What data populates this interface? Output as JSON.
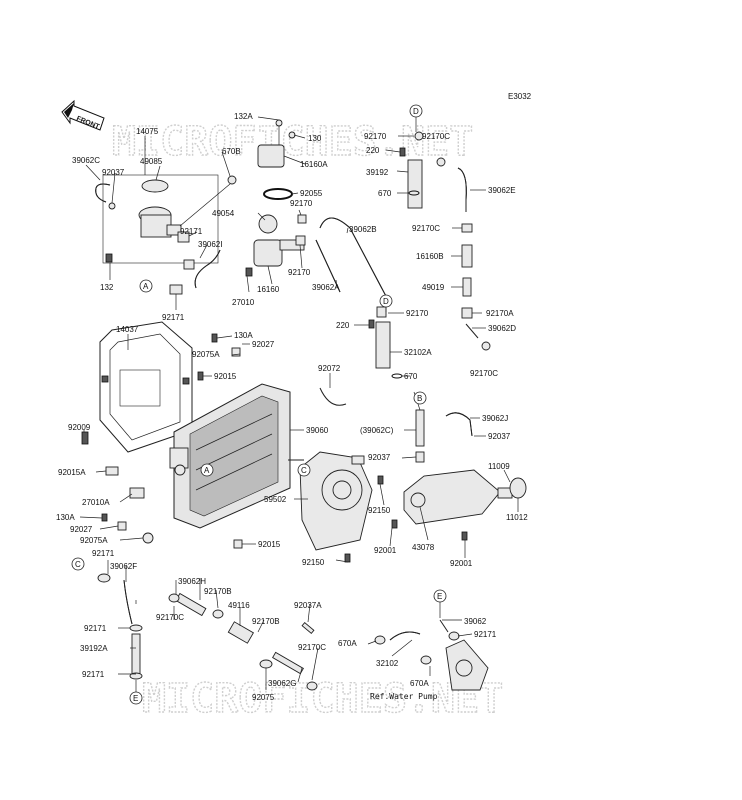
{
  "diagram_code": "E3032",
  "front_label": "FRONT",
  "watermark_top": "MICROFICHES.NET",
  "watermark_bottom": "MICROFICHES.NET",
  "ref_note": "Ref.Water Pump",
  "ref_markers": {
    "A1": "A",
    "A2": "A",
    "B": "B",
    "C1": "C",
    "C2": "C",
    "D1": "D",
    "D2": "D",
    "E1": "E",
    "E2": "E"
  },
  "labels": {
    "l132A": "132A",
    "l130": "130",
    "l16160A": "16160A",
    "l92055": "92055",
    "l14075": "14075",
    "l49085": "49085",
    "l670B": "670B",
    "l39062C": "39062C",
    "l92037a": "92037",
    "l49054": "49054",
    "l92170a": "92170",
    "l92171a": "92171",
    "l39062I": "39062I",
    "l132": "132",
    "l27010": "27010",
    "l16160": "16160",
    "l92170b": "92170",
    "l39062A": "39062A",
    "l39062B": "39062B",
    "l92171b": "92171",
    "l92170c": "92170",
    "l92170C1": "92170C",
    "l220a": "220",
    "l39192": "39192",
    "l670a": "670",
    "l39062E": "39062E",
    "l92170C2": "92170C",
    "l16160B": "16160B",
    "l49019": "49019",
    "l92170A": "92170A",
    "l39062D": "39062D",
    "l92170C3": "92170C",
    "l92170d": "92170",
    "l220b": "220",
    "l32102A": "32102A",
    "l670b": "670",
    "l14037": "14037",
    "l130A": "130A",
    "l92027": "92027",
    "l92075A": "92075A",
    "l92015a": "92015",
    "l92072": "92072",
    "l39062J": "39062J",
    "l39062Cp": "(39062C)",
    "l92037b": "92037",
    "l92009": "92009",
    "l92015A": "92015A",
    "l39060": "39060",
    "l92037c": "92037",
    "l11009": "11009",
    "l27010A": "27010A",
    "l59502": "59502",
    "l92150a": "92150",
    "l11012": "11012",
    "l130Ab": "130A",
    "l92027b": "92027",
    "l92075Ab": "92075A",
    "l92015b": "92015",
    "l92001a": "92001",
    "l43078": "43078",
    "l92001b": "92001",
    "l92150b": "92150",
    "l92171c": "92171",
    "l39062F": "39062F",
    "l39062H": "39062H",
    "l92170B1": "92170B",
    "l49116": "49116",
    "l92037A": "92037A",
    "l39062": "39062",
    "l92171d": "92171",
    "l92170Ca": "92170C",
    "l92170B2": "92170B",
    "l670A1": "670A",
    "l32102": "32102",
    "l92171e": "92171",
    "l39192A": "39192A",
    "l92170Cb": "92170C",
    "l39062G": "39062G",
    "l670A2": "670A",
    "l92171f": "92171",
    "l92075": "92075"
  }
}
